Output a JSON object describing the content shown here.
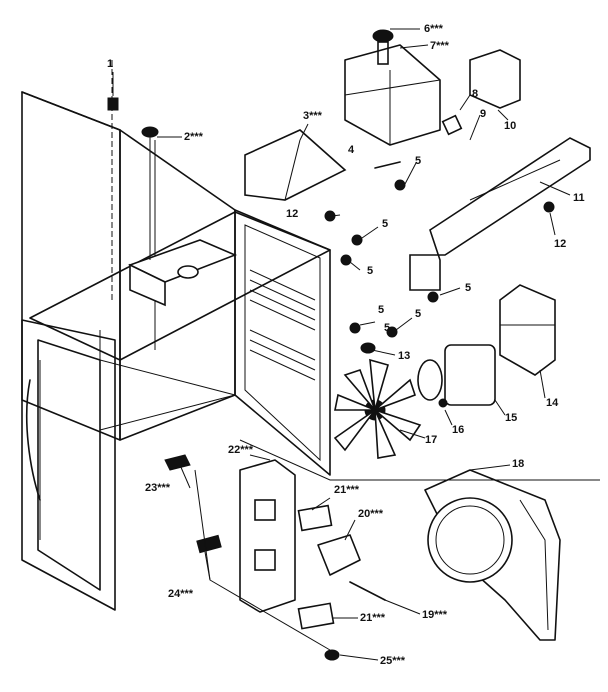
{
  "labels": {
    "p1": "1",
    "p2": "2***",
    "p3": "3***",
    "p4": "4",
    "p5a": "5",
    "p5b": "5",
    "p5c": "5",
    "p5d": "5",
    "p5e": "5",
    "p5f": "5",
    "p5g": "5",
    "p6": "6***",
    "p7": "7***",
    "p8": "8",
    "p9": "9",
    "p10": "10",
    "p11": "11",
    "p12a": "12",
    "p12b": "12",
    "p13": "13",
    "p14": "14",
    "p15": "15",
    "p16": "16",
    "p17": "17",
    "p18": "18",
    "p19": "19***",
    "p20": "20***",
    "p21a": "21***",
    "p21b": "21***",
    "p22": "22***",
    "p23": "23***",
    "p24": "24***",
    "p25": "25***"
  },
  "colors": {
    "ink": "#111111",
    "paper": "#ffffff",
    "stipple": "#8a8a8a"
  }
}
